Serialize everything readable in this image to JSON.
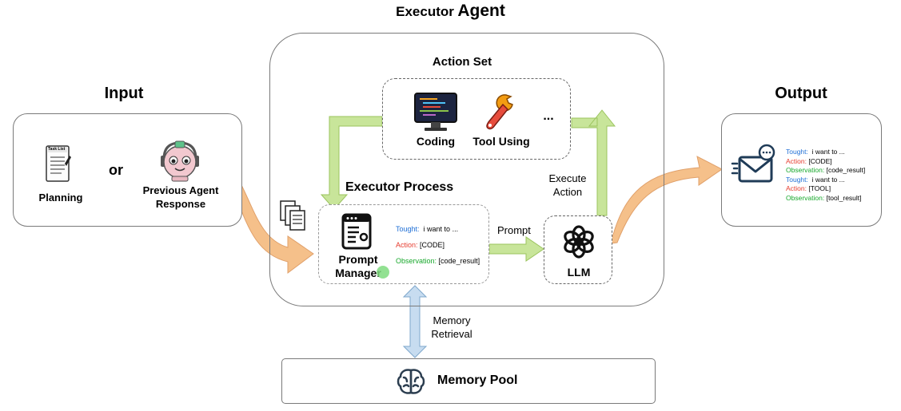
{
  "title": {
    "prefix": "Executor",
    "main": "Agent"
  },
  "input": {
    "header": "Input",
    "planning_label": "Planning",
    "or_label": "or",
    "previous_label_line1": "Previous Agent",
    "previous_label_line2": "Response",
    "task_list_caption": "Task List"
  },
  "action_set": {
    "header": "Action Set",
    "coding_label": "Coding",
    "tool_label": "Tool Using",
    "more_label": "..."
  },
  "executor_process": {
    "header": "Executor Process",
    "prompt_manager_line1": "Prompt",
    "prompt_manager_line2": "Manager",
    "tought_key": "Tought:",
    "tought_value": "i want to ...",
    "action_key": "Action:",
    "action_value": "[CODE]",
    "observation_key": "Observation:",
    "observation_value": "[code_result]"
  },
  "arrows": {
    "prompt_label": "Prompt",
    "execute_line1": "Execute",
    "execute_line2": "Action",
    "memory_line1": "Memory",
    "memory_line2": "Retrieval"
  },
  "llm": {
    "label": "LLM"
  },
  "output": {
    "header": "Output",
    "lines": [
      {
        "key": "Tought:",
        "value": "i want to ..."
      },
      {
        "key": "Action:",
        "value": "[CODE]"
      },
      {
        "key": "Observation:",
        "value": "[code_result]"
      },
      {
        "key": "Tought:",
        "value": "i want to ..."
      },
      {
        "key": "Action:",
        "value": "[TOOL]"
      },
      {
        "key": "Observation:",
        "value": "[tool_result]"
      }
    ]
  },
  "memory_pool": {
    "label": "Memory Pool"
  },
  "colors": {
    "tought": "#1f6fd6",
    "action": "#e63b2e",
    "observation": "#17a82b",
    "green_arrow": "#c8e59a",
    "orange_arrow": "#f5c08a",
    "blue_arrow": "#c7dcf0"
  }
}
